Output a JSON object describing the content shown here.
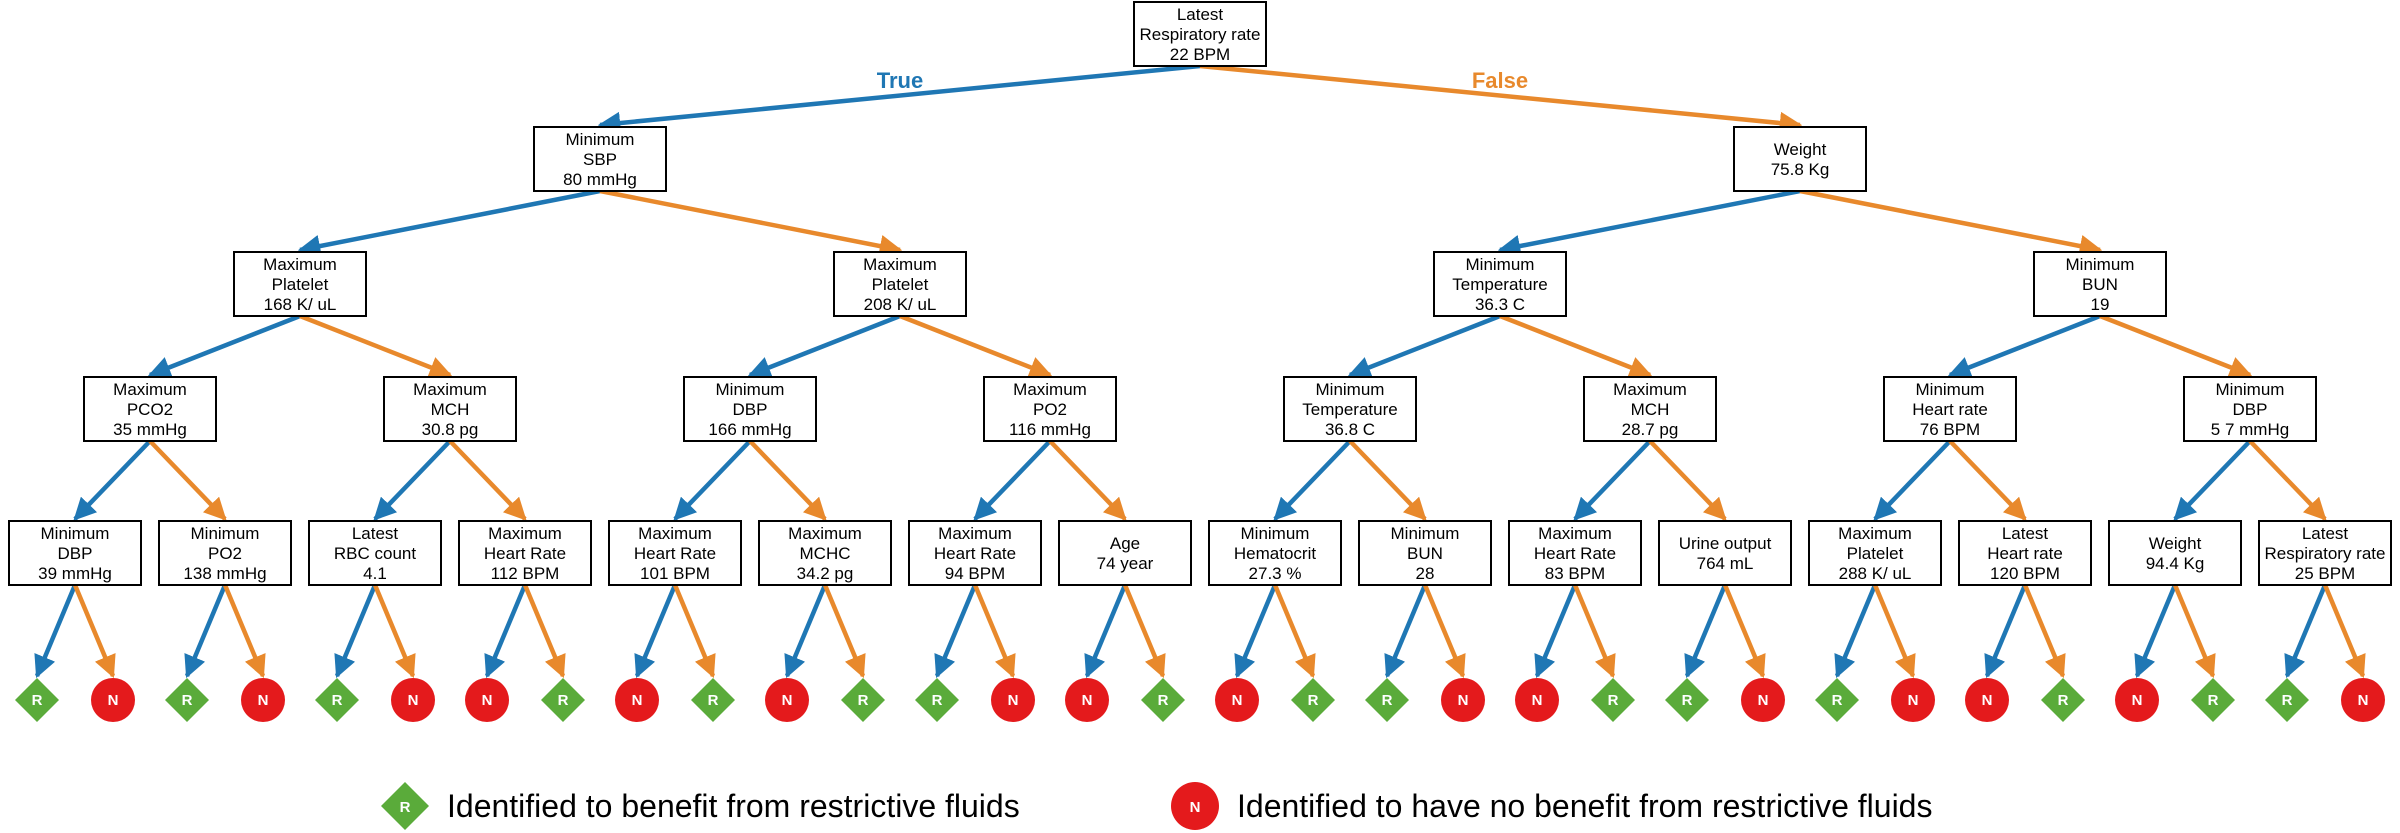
{
  "colors": {
    "true_branch": "#1f77b4",
    "false_branch": "#e8892c",
    "recommend_leaf": "#5aab3a",
    "no_benefit_leaf": "#e41a1c",
    "node_border": "#000000"
  },
  "branch_labels": {
    "true": "True",
    "false": "False"
  },
  "nodes": [
    {
      "id": "n0",
      "level": 0,
      "lines": [
        "Latest",
        "Respiratory rate",
        "22 BPM"
      ]
    },
    {
      "id": "n1",
      "level": 1,
      "lines": [
        "Minimum",
        "SBP",
        "80 mmHg"
      ]
    },
    {
      "id": "n2",
      "level": 1,
      "lines": [
        "Weight",
        "75.8 Kg"
      ]
    },
    {
      "id": "n3",
      "level": 2,
      "lines": [
        "Maximum",
        "Platelet",
        "168 K/ uL"
      ]
    },
    {
      "id": "n4",
      "level": 2,
      "lines": [
        "Maximum",
        "Platelet",
        "208 K/ uL"
      ]
    },
    {
      "id": "n5",
      "level": 2,
      "lines": [
        "Minimum",
        "Temperature",
        "36.3 C"
      ]
    },
    {
      "id": "n6",
      "level": 2,
      "lines": [
        "Minimum",
        "BUN",
        "19"
      ]
    },
    {
      "id": "n7",
      "level": 3,
      "lines": [
        "Maximum",
        "PCO2",
        "35 mmHg"
      ]
    },
    {
      "id": "n8",
      "level": 3,
      "lines": [
        "Maximum",
        "MCH",
        "30.8  pg"
      ]
    },
    {
      "id": "n9",
      "level": 3,
      "lines": [
        "Minimum",
        "DBP",
        "166 mmHg"
      ]
    },
    {
      "id": "n10",
      "level": 3,
      "lines": [
        "Maximum",
        "PO2",
        "116 mmHg"
      ]
    },
    {
      "id": "n11",
      "level": 3,
      "lines": [
        "Minimum",
        "Temperature",
        "36.8 C"
      ]
    },
    {
      "id": "n12",
      "level": 3,
      "lines": [
        "Maximum",
        "MCH",
        "28.7  pg"
      ]
    },
    {
      "id": "n13",
      "level": 3,
      "lines": [
        "Minimum",
        "Heart rate",
        "76 BPM"
      ]
    },
    {
      "id": "n14",
      "level": 3,
      "lines": [
        "Minimum",
        "DBP",
        "5 7 mmHg"
      ]
    },
    {
      "id": "n15",
      "level": 4,
      "lines": [
        "Minimum",
        "DBP",
        "39 mmHg"
      ]
    },
    {
      "id": "n16",
      "level": 4,
      "lines": [
        "Minimum",
        "PO2",
        "138 mmHg"
      ]
    },
    {
      "id": "n17",
      "level": 4,
      "lines": [
        "Latest",
        "RBC count",
        "4.1"
      ]
    },
    {
      "id": "n18",
      "level": 4,
      "lines": [
        "Maximum",
        "Heart Rate",
        "112 BPM"
      ]
    },
    {
      "id": "n19",
      "level": 4,
      "lines": [
        "Maximum",
        "Heart Rate",
        "101 BPM"
      ]
    },
    {
      "id": "n20",
      "level": 4,
      "lines": [
        "Maximum",
        "MCHC",
        "34.2  pg"
      ]
    },
    {
      "id": "n21",
      "level": 4,
      "lines": [
        "Maximum",
        "Heart Rate",
        "94 BPM"
      ]
    },
    {
      "id": "n22",
      "level": 4,
      "lines": [
        "Age",
        "74 year"
      ]
    },
    {
      "id": "n23",
      "level": 4,
      "lines": [
        "Minimum",
        "Hematocrit",
        "27.3 %"
      ]
    },
    {
      "id": "n24",
      "level": 4,
      "lines": [
        "Minimum",
        "BUN",
        "28"
      ]
    },
    {
      "id": "n25",
      "level": 4,
      "lines": [
        "Maximum",
        "Heart Rate",
        "83 BPM"
      ]
    },
    {
      "id": "n26",
      "level": 4,
      "lines": [
        "Urine output",
        "764 mL"
      ]
    },
    {
      "id": "n27",
      "level": 4,
      "lines": [
        "Maximum",
        "Platelet",
        "288 K/ uL"
      ]
    },
    {
      "id": "n28",
      "level": 4,
      "lines": [
        "Latest",
        "Heart rate",
        "120 BPM"
      ]
    },
    {
      "id": "n29",
      "level": 4,
      "lines": [
        "Weight",
        "94.4 Kg"
      ]
    },
    {
      "id": "n30",
      "level": 4,
      "lines": [
        "Latest",
        "Respiratory rate",
        "25 BPM"
      ]
    }
  ],
  "leaves": [
    "R",
    "N",
    "R",
    "N",
    "R",
    "N",
    "N",
    "R",
    "N",
    "R",
    "N",
    "R",
    "R",
    "N",
    "N",
    "R",
    "N",
    "R",
    "R",
    "N",
    "N",
    "R",
    "R",
    "N",
    "R",
    "N",
    "N",
    "R",
    "N",
    "R",
    "R",
    "N"
  ],
  "legend": [
    {
      "symbol": "R",
      "shape": "diamond",
      "text": "Identified to benefit from restrictive fluids"
    },
    {
      "symbol": "N",
      "shape": "circle",
      "text": "Identified to have no benefit from restrictive fluids"
    }
  ]
}
